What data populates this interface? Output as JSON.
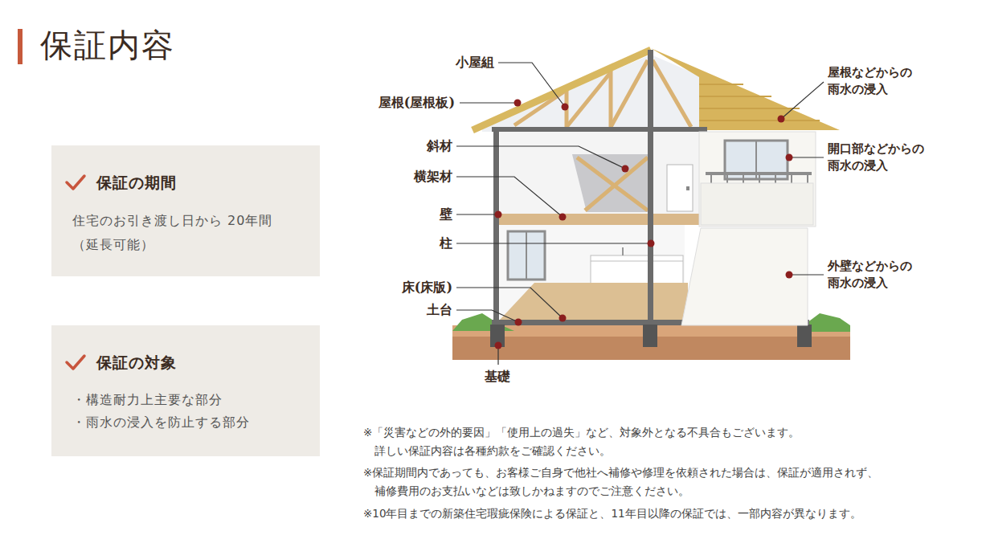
{
  "diagram": {
    "title": "保証内容",
    "nodes": [
      {
        "text": [
          "保証の期間",
          "住宅のお引き渡し日から 20年間（延長可能）"
        ]
      },
      {
        "text": [
          "保証の対象",
          "・構造耐力上主要な部分",
          "・雨水の浸入を防止する部分"
        ]
      }
    ],
    "labels": [
      "小屋組",
      "屋根(屋根板)",
      "斜材",
      "横架材",
      "壁",
      "柱",
      "床(床版)",
      "土台",
      "基礎",
      "屋根などからの 雨水の浸入",
      "開口部などからの 雨水の浸入",
      "外壁などからの 雨水の浸入",
      "※「災害などの外的要因」「使用上の過失」など、対象外となる不具合もございます。 詳しい保証内容は各種約款をご確認ください。",
      "※保証期間内であっても、お客様ご自身で他社へ補修や修理を依頼された場合は、保証が適用されず、 補修費用のお支払いなどは致しかねますのでご注意ください。",
      "※10年目までの新築住宅瑕疵保険による保証と、11年目以降の保証では、一部内容が異なります。"
    ]
  }
}
